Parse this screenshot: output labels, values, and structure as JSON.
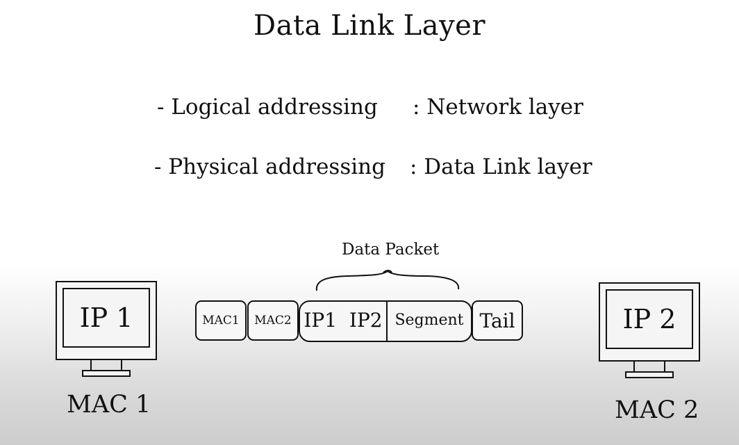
{
  "title": "Data Link Layer",
  "rows": [
    {
      "left": "- Logical addressing",
      "right": ":  Network layer"
    },
    {
      "left": "- Physical addressing",
      "right": ":  Data Link layer"
    }
  ],
  "packet": {
    "label": "Data Packet",
    "fields": {
      "mac1": "MAC1",
      "mac2": "MAC2",
      "ips": "IP1  IP2",
      "segment": "Segment",
      "tail": "Tail"
    }
  },
  "hosts": [
    {
      "screen": "IP 1",
      "mac": "MAC 1"
    },
    {
      "screen": "IP 2",
      "mac": "MAC 2"
    }
  ],
  "icons": [
    "computer-monitor-icon",
    "curly-brace-icon"
  ]
}
